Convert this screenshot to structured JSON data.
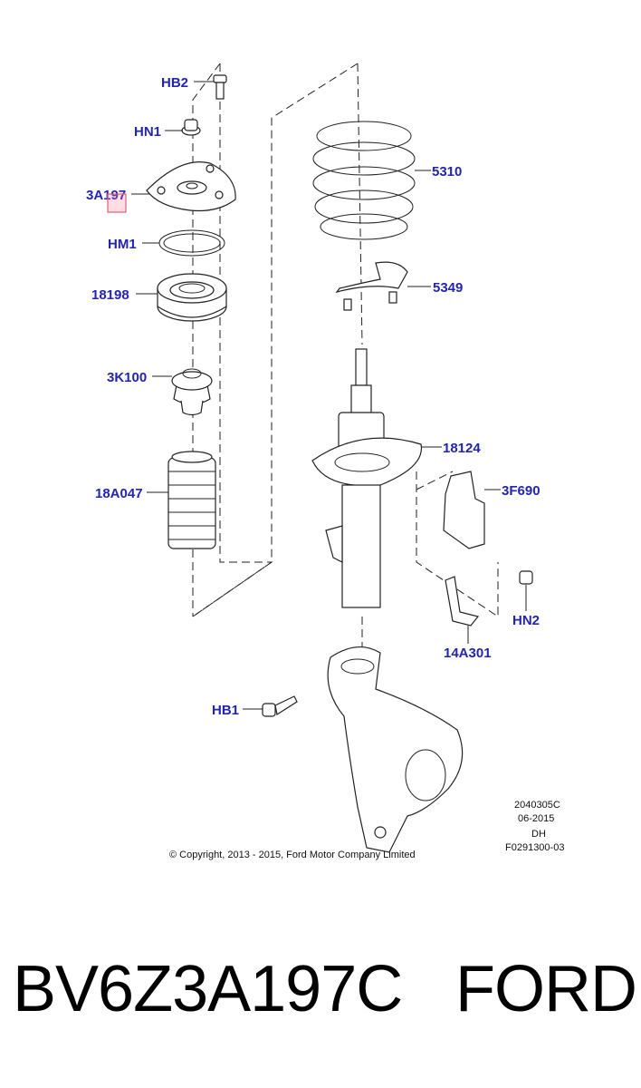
{
  "callouts": {
    "hb2": "HB2",
    "hn1": "HN1",
    "a3_197": "3A197",
    "hm1": "HM1",
    "p18198": "18198",
    "k3_100": "3K100",
    "a18_047": "18A047",
    "p5310": "5310",
    "p5349": "5349",
    "p18124": "18124",
    "f3_690": "3F690",
    "hn2": "HN2",
    "a14_301": "14A301",
    "hb1": "HB1"
  },
  "meta": {
    "ref_code": "2040305C",
    "date": "06-2015",
    "initials": "DH",
    "figure_code": "F0291300-03",
    "copyright": "© Copyright, 2013 - 2015, Ford Motor Company Limited"
  },
  "footer": {
    "part_number": "BV6Z3A197C",
    "brand": "FORD"
  },
  "colors": {
    "callout": "#2323b4",
    "highlight": "#e0607a"
  }
}
